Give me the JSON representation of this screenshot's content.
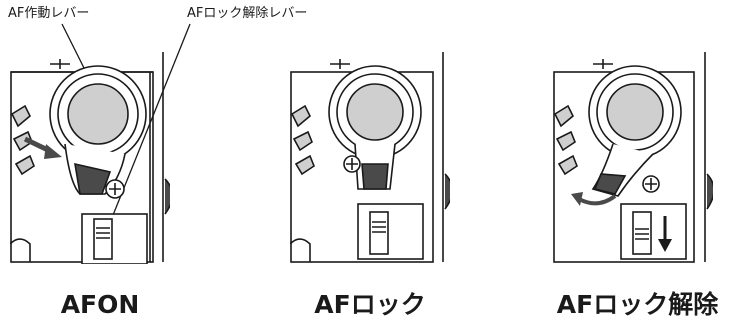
{
  "callouts": {
    "af_lever": "AF作動レバー",
    "af_lock_release_lever": "AFロック解除レバー"
  },
  "panels": [
    {
      "caption": "AFON"
    },
    {
      "caption": "AFロック"
    },
    {
      "caption": "AFロック解除"
    }
  ],
  "colors": {
    "line": "#1a1a1a",
    "fill": "#ffffff",
    "shade": "#cfcfcf",
    "dark": "#4a4a4a"
  }
}
